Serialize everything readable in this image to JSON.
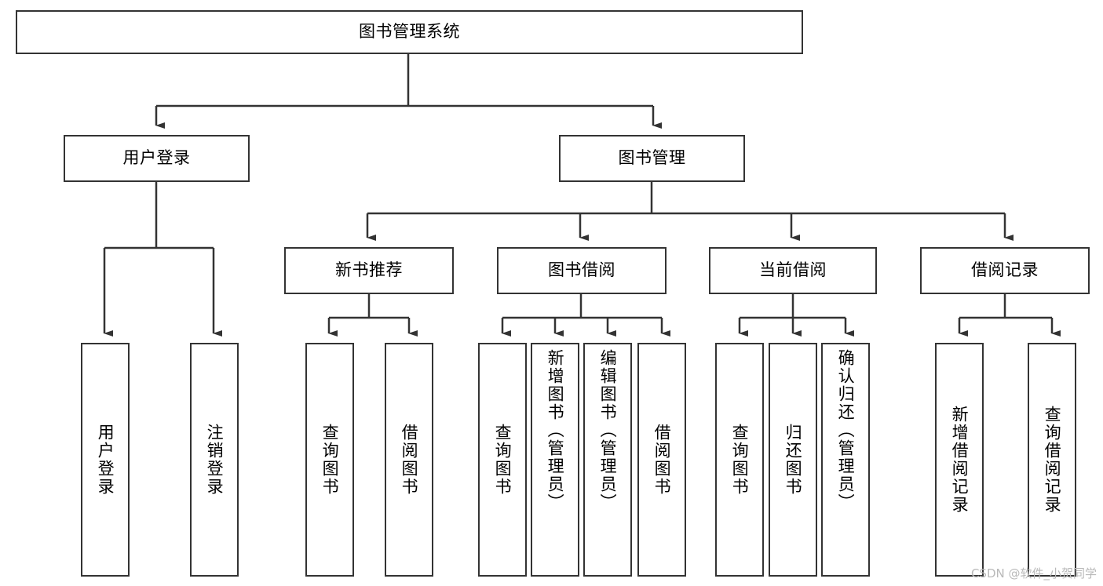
{
  "diagram": {
    "type": "tree-hierarchy",
    "title": "图书管理系统",
    "watermark": "CSDN @软件_小贺同学",
    "colors": {
      "node_border": "#333333",
      "node_fill": "#ffffff",
      "edge": "#333333",
      "text": "#000000",
      "watermark": "#b9b9b9",
      "background": "#ffffff"
    },
    "nodes": {
      "root": {
        "label": "图书管理系统",
        "orientation": "horizontal"
      },
      "level2": [
        {
          "id": "user-login",
          "label": "用户登录",
          "orientation": "horizontal"
        },
        {
          "id": "book-manage",
          "label": "图书管理",
          "orientation": "horizontal"
        }
      ],
      "level3": [
        {
          "id": "new-book-recommend",
          "label": "新书推荐",
          "orientation": "horizontal"
        },
        {
          "id": "book-borrow",
          "label": "图书借阅",
          "orientation": "horizontal"
        },
        {
          "id": "current-borrow",
          "label": "当前借阅",
          "orientation": "horizontal"
        },
        {
          "id": "borrow-record",
          "label": "借阅记录",
          "orientation": "horizontal"
        }
      ],
      "leaves": [
        {
          "id": "leaf-user-login",
          "label": "用户登录",
          "parent": "user-login",
          "orientation": "vertical"
        },
        {
          "id": "leaf-user-logout",
          "label": "注销登录",
          "parent": "user-login",
          "orientation": "vertical"
        },
        {
          "id": "leaf-query-book-1",
          "label": "查询图书",
          "parent": "new-book-recommend",
          "orientation": "vertical"
        },
        {
          "id": "leaf-borrow-book-1",
          "label": "借阅图书",
          "parent": "new-book-recommend",
          "orientation": "vertical"
        },
        {
          "id": "leaf-query-book-2",
          "label": "查询图书",
          "parent": "book-borrow",
          "orientation": "vertical"
        },
        {
          "id": "leaf-add-book",
          "label": "新增图书（管理员）",
          "parent": "book-borrow",
          "orientation": "vertical"
        },
        {
          "id": "leaf-edit-book",
          "label": "编辑图书（管理员）",
          "parent": "book-borrow",
          "orientation": "vertical"
        },
        {
          "id": "leaf-borrow-book-2",
          "label": "借阅图书",
          "parent": "book-borrow",
          "orientation": "vertical"
        },
        {
          "id": "leaf-query-book-3",
          "label": "查询图书",
          "parent": "current-borrow",
          "orientation": "vertical"
        },
        {
          "id": "leaf-return-book",
          "label": "归还图书",
          "parent": "current-borrow",
          "orientation": "vertical"
        },
        {
          "id": "leaf-confirm-return",
          "label": "确认归还（管理员）",
          "parent": "current-borrow",
          "orientation": "vertical"
        },
        {
          "id": "leaf-add-record",
          "label": "新增借阅记录",
          "parent": "borrow-record",
          "orientation": "vertical"
        },
        {
          "id": "leaf-query-record",
          "label": "查询借阅记录",
          "parent": "borrow-record",
          "orientation": "vertical"
        }
      ]
    }
  }
}
